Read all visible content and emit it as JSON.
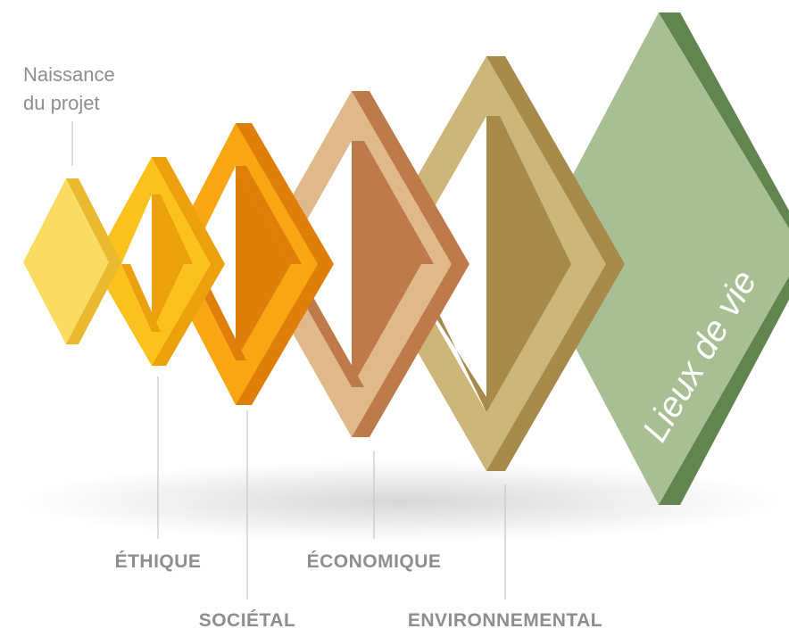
{
  "diagram": {
    "origin": {
      "line1": "Naissance",
      "line2": "du projet"
    },
    "stages": [
      {
        "key": "ethique",
        "label": "ÉTHIQUE",
        "color_light": "#FBC21E",
        "color_dark": "#EBA00C"
      },
      {
        "key": "societal",
        "label": "SOCIÉTAL",
        "color_light": "#F8A713",
        "color_dark": "#DF7F0A"
      },
      {
        "key": "economique",
        "label": "ÉCONOMIQUE",
        "color_light": "#E0B98B",
        "color_dark": "#BF7A4C"
      },
      {
        "key": "environnemental",
        "label": "ENVIRONNEMENTAL",
        "color_light": "#CCB67A",
        "color_dark": "#A58A4A"
      }
    ],
    "final": {
      "label": "Lieux de vie",
      "color_light": "#A8BE93",
      "color_dark": "#62844F"
    },
    "seed": {
      "color_light": "#FADC63",
      "color_dark": "#EAB92F"
    }
  }
}
